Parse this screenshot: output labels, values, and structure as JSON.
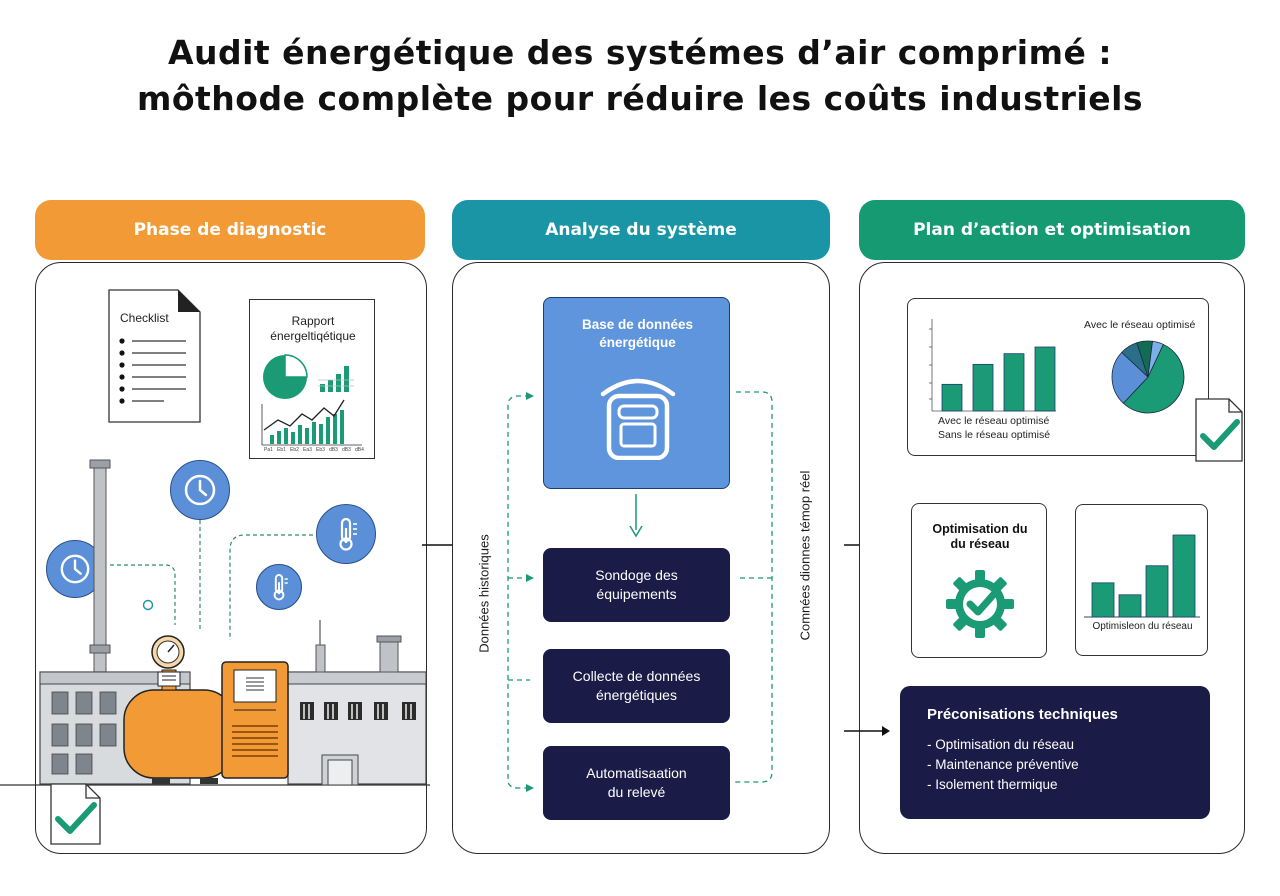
{
  "title": {
    "line1": "Audit énergétique des systémes d’air comprimé :",
    "line2": "môthode complète pour réduire les coûts industriels"
  },
  "colors": {
    "orange": "#f29b36",
    "teal": "#1995a6",
    "green": "#169a72",
    "navy": "#1a1b47",
    "blue": "#5b90d8",
    "chart_green": "#1a9a75",
    "chart_blue": "#5b90d8"
  },
  "phase1": {
    "header": "Phase de diagnostic",
    "checklist_label": "Checklist",
    "report_label_line1": "Rapport",
    "report_label_line2": "énergeltiqétique",
    "report_axis_ticks": [
      "Pa1",
      "Eb1",
      "Eb2",
      "Ea3",
      "Eb3",
      "dB3",
      "dB3",
      "dB4"
    ],
    "icons": [
      "clock-icon",
      "clock-icon",
      "thermometer-icon",
      "thermometer-icon",
      "checkmark-document-icon"
    ]
  },
  "phase2": {
    "header": "Analyse du système",
    "database_label_line1": "Base de données",
    "database_label_line2": "énergétique",
    "steps": [
      {
        "line1": "Sondoge des",
        "line2": "équipements"
      },
      {
        "line1": "Collecte de données",
        "line2": "énergétiques"
      },
      {
        "line1": "Automatisaation",
        "line2": "du relevé"
      }
    ],
    "left_vertical_label": "Données historiques",
    "right_vertical_label": "Comnées dionnes témop réel"
  },
  "phase3": {
    "header": "Plan d’action et optimisation",
    "chart_card": {
      "pie_caption": "Avec le réseau optimisé",
      "legend_with": "Avec le réseau optimisé",
      "legend_without": "Sans le réseau optimisé"
    },
    "network_card_line1": "Optimisation du",
    "network_card_line2": "du réseau",
    "bar_card_caption": "Optimisleon du réseau",
    "recommendations": {
      "title": "Préconisations techniques",
      "items": [
        "-  Optimisation du réseau",
        "- Maintenance préventive",
        "-  Isolement thermique"
      ]
    }
  },
  "chart_data": [
    {
      "type": "pie",
      "values": [
        55,
        25,
        8,
        7,
        5
      ],
      "colors": [
        "#1a9a75",
        "#5b90d8",
        "#2a6f8a",
        "#146b55",
        "#7db0e8"
      ]
    },
    {
      "type": "bar",
      "values": [
        2,
        3.5,
        4.3,
        4.8
      ],
      "color": "#1a9a75"
    },
    {
      "type": "bar",
      "values": [
        2,
        1.3,
        3.0,
        4.8
      ],
      "color": "#1a9a75"
    }
  ]
}
